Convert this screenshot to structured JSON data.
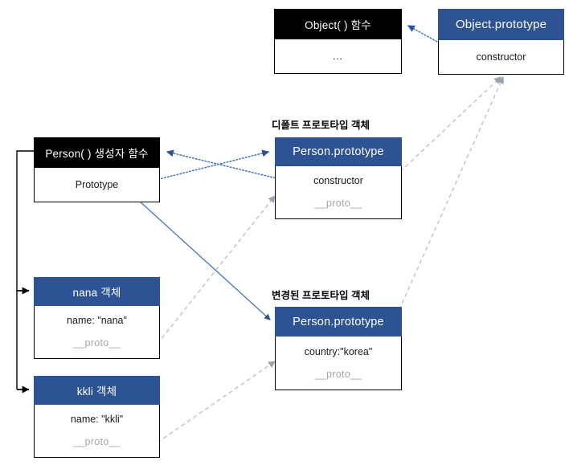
{
  "diagram": {
    "title": "JavaScript prototype chain diagram",
    "colors": {
      "header_blue": "#2e5395",
      "header_black": "#000000",
      "link_blue": "#4472c4",
      "link_gray": "#bfc5cc",
      "muted_text": "#a6a6a6"
    },
    "captions": {
      "default_prototype": "디폴트 프로토타입 객체",
      "changed_prototype": "변경된 프로토타입 객체"
    },
    "nodes": {
      "object_function": {
        "title": "Object( ) 함수",
        "rows": [
          "…"
        ]
      },
      "object_prototype": {
        "title": "Object.prototype",
        "rows": [
          "constructor"
        ]
      },
      "person_function": {
        "title": "Person( ) 생성자 함수",
        "rows": [
          "Prototype"
        ]
      },
      "person_prototype_default": {
        "title": "Person.prototype",
        "rows": [
          "constructor",
          "__proto__"
        ]
      },
      "person_prototype_changed": {
        "title": "Person.prototype",
        "rows": [
          "country:\"korea\"",
          "__proto__"
        ]
      },
      "nana_object": {
        "title": "nana 객체",
        "rows": [
          "name: \"nana\"",
          "__proto__"
        ]
      },
      "kkli_object": {
        "title": "kkli 객체",
        "rows": [
          "name: \"kkli\"",
          "__proto__"
        ]
      }
    },
    "edges": [
      {
        "name": "object-prototype-constructor-to-object-function",
        "style": "dotted-blue"
      },
      {
        "name": "person-prototype-constructor-to-person-function",
        "style": "dotted-blue"
      },
      {
        "name": "person-function-prototype-to-person-prototype-default",
        "style": "dotted-blue"
      },
      {
        "name": "person-function-prototype-to-person-prototype-changed",
        "style": "solid-blue"
      },
      {
        "name": "person-function-creates-nana",
        "style": "solid-black"
      },
      {
        "name": "person-function-creates-kkli",
        "style": "solid-black"
      },
      {
        "name": "nana-proto-to-person-prototype-default",
        "style": "dashed-gray"
      },
      {
        "name": "kkli-proto-to-person-prototype-changed",
        "style": "dashed-gray"
      },
      {
        "name": "person-prototype-default-proto-to-object-prototype",
        "style": "dashed-gray"
      },
      {
        "name": "person-prototype-changed-proto-to-object-prototype",
        "style": "dashed-gray"
      }
    ]
  }
}
